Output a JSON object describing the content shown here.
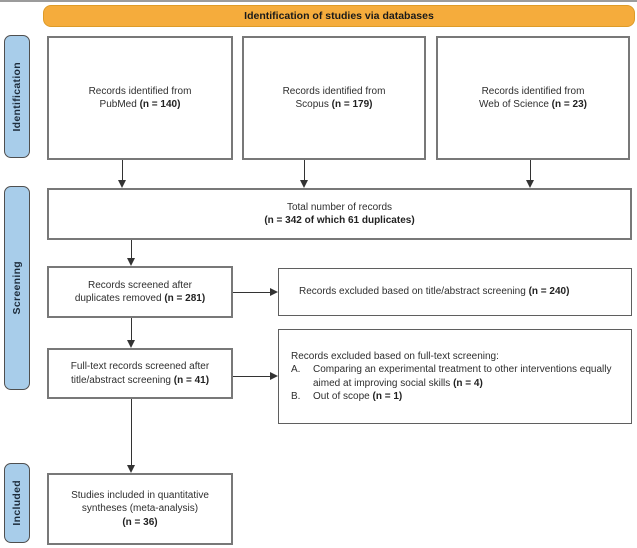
{
  "banner": {
    "label": "Identification of studies via databases"
  },
  "sidebar": {
    "identification": "Identification",
    "screening": "Screening",
    "included": "Included"
  },
  "boxes": {
    "pubmed": {
      "line1": "Records identified from",
      "line2": "PubMed ",
      "line2_n": "(n = 140)"
    },
    "scopus": {
      "line1": "Records identified from",
      "line2": "Scopus ",
      "line2_n": "(n = 179)"
    },
    "wos": {
      "line1": "Records identified from",
      "line2": "Web of Science ",
      "line2_n": "(n = 23)"
    },
    "total": {
      "line1": "Total number of records",
      "line2_n": "(n = 342 of which 61 duplicates)"
    },
    "screened": {
      "line1": "Records screened after",
      "line2": "duplicates removed ",
      "line2_n": "(n = 281)"
    },
    "excluded_title_abstract": {
      "text": "Records excluded based on title/abstract screening ",
      "n": "(n = 240)"
    },
    "fulltext": {
      "line1": "Full-text records screened after",
      "line2": "title/abstract screening ",
      "line2_n": "(n = 41)"
    },
    "excluded_fulltext": {
      "header": "Records excluded based on full-text screening:",
      "item_a_label": "A.",
      "item_a_text": "Comparing an experimental treatment to other interventions equally aimed at improving social skills ",
      "item_a_n": "(n = 4)",
      "item_b_label": "B.",
      "item_b_text": "Out of scope ",
      "item_b_n": "(n = 1)"
    },
    "included": {
      "line1": "Studies included in quantitative",
      "line2": "syntheses (meta-analysis)",
      "line3_n": "(n = 36)"
    }
  },
  "colors": {
    "banner_fill": "#F5AC3C",
    "banner_border": "#DD9B28",
    "sidebar_fill": "#A8CDEA",
    "sidebar_border": "#4F4F4F",
    "box_border": "#787878",
    "arrow": "#333333"
  }
}
